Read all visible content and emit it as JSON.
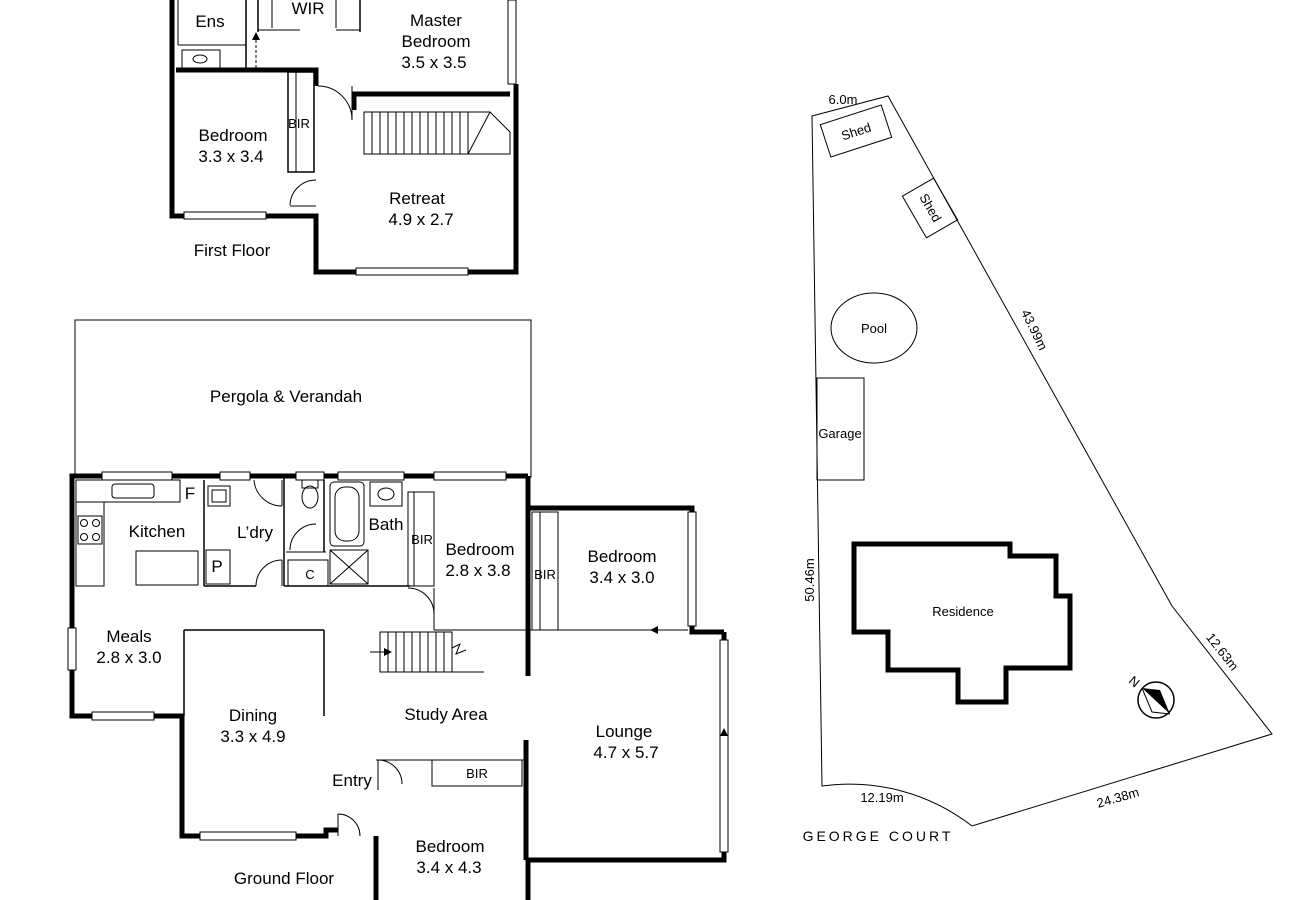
{
  "first_floor": {
    "title": "First Floor",
    "rooms": {
      "ensuite": "Ens",
      "wir": "WIR",
      "master_name1": "Master",
      "master_name2": "Bedroom",
      "master_size": "3.5 x 3.5",
      "bedroom_name": "Bedroom",
      "bedroom_size": "3.3 x 3.4",
      "bir": "BIR",
      "retreat_name": "Retreat",
      "retreat_size": "4.9 x 2.7"
    }
  },
  "ground_floor": {
    "title": "Ground Floor",
    "pergola": "Pergola & Verandah",
    "rooms": {
      "kitchen": "Kitchen",
      "fridge": "F",
      "laundry": "L’dry",
      "pantry": "P",
      "bath": "Bath",
      "cupboard": "C",
      "bir_bed1": "BIR",
      "bed1_name": "Bedroom",
      "bed1_size": "2.8 x 3.8",
      "bir_bed2": "BIR",
      "bed2_name": "Bedroom",
      "bed2_size": "3.4 x 3.0",
      "meals_name": "Meals",
      "meals_size": "2.8 x 3.0",
      "dining_name": "Dining",
      "dining_size": "3.3 x 4.9",
      "study": "Study Area",
      "entry": "Entry",
      "lounge_name": "Lounge",
      "lounge_size": "4.7 x 5.7",
      "bir_bed3": "BIR",
      "bed3_name": "Bedroom",
      "bed3_size": "3.4 x 4.3"
    }
  },
  "site_plan": {
    "street": "GEORGE COURT",
    "residence": "Residence",
    "pool": "Pool",
    "garage": "Garage",
    "shed_1": "Shed",
    "shed_2": "Shed",
    "north": "N",
    "dimensions": {
      "top": "6.0m",
      "diagonal": "43.99m",
      "left": "50.46m",
      "right": "12.63m",
      "bottom_right": "24.38m",
      "bottom_arc": "12.19m"
    }
  }
}
